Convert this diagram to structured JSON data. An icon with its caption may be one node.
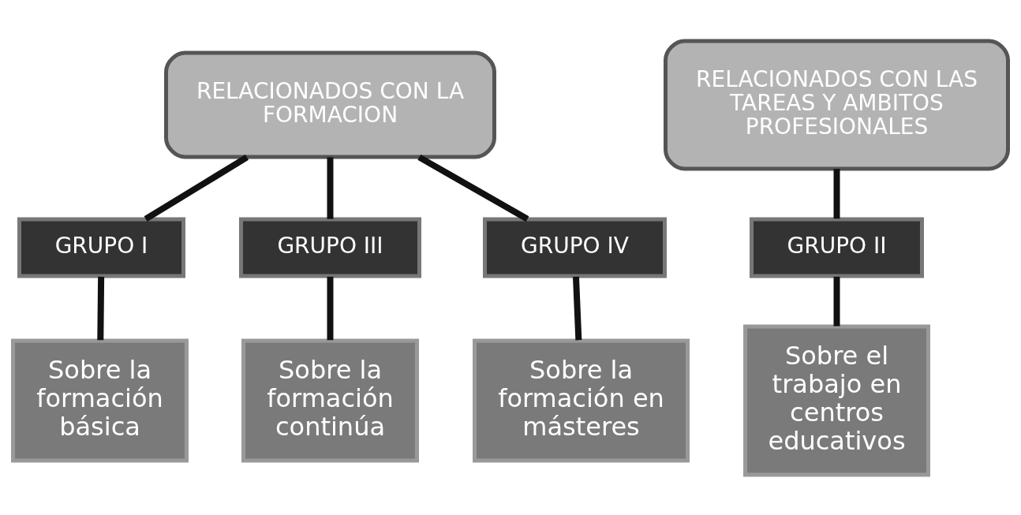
{
  "diagram": {
    "nodes": [
      {
        "text": [
          "RELACIONADOS CON LA FORMACION"
        ]
      },
      {
        "text": [
          "GRUPO I"
        ]
      },
      {
        "text": [
          "GRUPO III"
        ]
      },
      {
        "text": [
          "GRUPO IV"
        ]
      },
      {
        "text": [
          "Sobre la formación básica"
        ]
      },
      {
        "text": [
          "Sobre la formación continúa"
        ]
      },
      {
        "text": [
          "Sobre la formación en másteres"
        ]
      },
      {
        "text": [
          "RELACIONADOS CON LAS TAREAS Y AMBITOS PROFESIONALES"
        ]
      },
      {
        "text": [
          "GRUPO II"
        ]
      },
      {
        "text": [
          "Sobre el trabajo en centros educativos"
        ]
      }
    ],
    "edges": [
      {
        "from": 0,
        "to": 1,
        "arrow": "none"
      },
      {
        "from": 0,
        "to": 2,
        "arrow": "none"
      },
      {
        "from": 0,
        "to": 3,
        "arrow": "none"
      },
      {
        "from": 1,
        "to": 4,
        "arrow": "none"
      },
      {
        "from": 2,
        "to": 5,
        "arrow": "none"
      },
      {
        "from": 3,
        "to": 6,
        "arrow": "none"
      },
      {
        "from": 7,
        "to": 8,
        "arrow": "none"
      },
      {
        "from": 8,
        "to": 9,
        "arrow": "none"
      }
    ]
  }
}
